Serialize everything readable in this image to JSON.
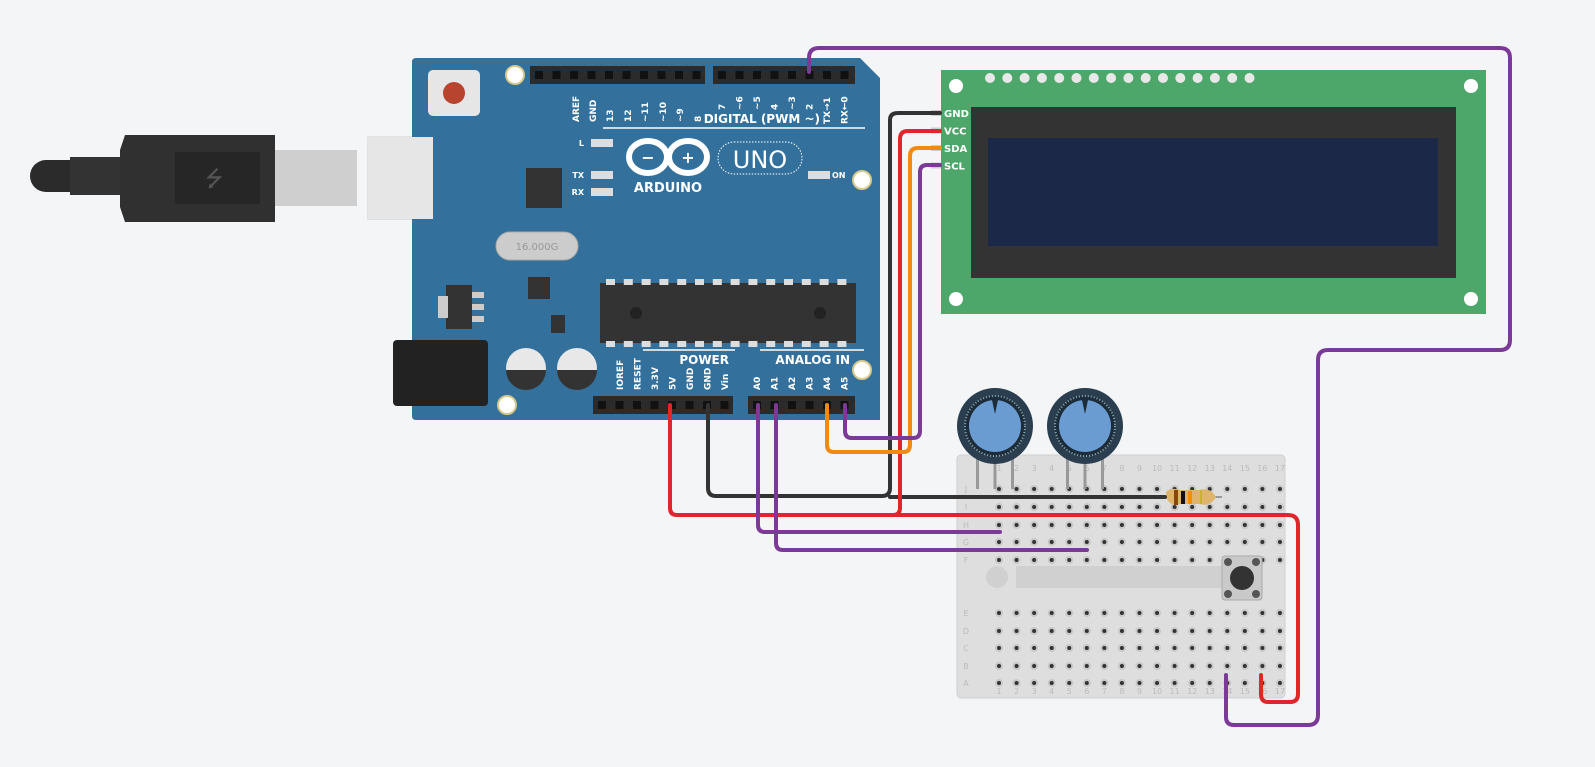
{
  "arduino": {
    "brand": "ARDUINO",
    "model": "UNO",
    "digital_title": "DIGITAL (PWM ~)",
    "digital_pins_left": [
      "AREF",
      "GND",
      "13",
      "12",
      "~11",
      "~10",
      "~9",
      "8"
    ],
    "digital_pins_right": [
      "7",
      "~6",
      "~5",
      "4",
      "~3",
      "2",
      "TX→1",
      "RX←0"
    ],
    "power_title": "POWER",
    "power_pins": [
      "IOREF",
      "RESET",
      "3.3V",
      "5V",
      "GND",
      "GND",
      "Vin"
    ],
    "analog_title": "ANALOG IN",
    "analog_pins": [
      "A0",
      "A1",
      "A2",
      "A3",
      "A4",
      "A5"
    ],
    "led_labels": {
      "l": "L",
      "tx": "TX",
      "rx": "RX",
      "on": "ON"
    },
    "crystal_label": "16.000G",
    "board_color": "#33709c"
  },
  "lcd": {
    "pins": [
      "GND",
      "VCC",
      "SDA",
      "SCL"
    ],
    "board_color": "#4ea76a",
    "screen_color": "#1c2848"
  },
  "breadboard": {
    "rows_top": [
      "J",
      "I",
      "H",
      "G",
      "F"
    ],
    "rows_bottom": [
      "E",
      "D",
      "C",
      "B",
      "A"
    ],
    "columns": [
      "1",
      "2",
      "3",
      "4",
      "5",
      "6",
      "7",
      "8",
      "9",
      "10",
      "11",
      "12",
      "13",
      "14",
      "15",
      "16",
      "17"
    ]
  },
  "wire_colors": {
    "purple": "#7b3a96",
    "red": "#e0262b",
    "black": "#333333",
    "orange": "#f08a12"
  }
}
